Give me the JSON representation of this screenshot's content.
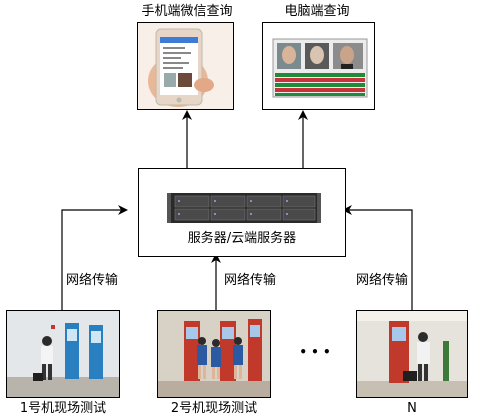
{
  "top": {
    "mobile_title": "手机端微信查询",
    "pc_title": "电脑端查询"
  },
  "server": {
    "label": "服务器/云端服务器"
  },
  "transfer_labels": {
    "left": "网络传输",
    "center": "网络传输",
    "right": "网络传输"
  },
  "sites": [
    {
      "caption": "1号机现场测试"
    },
    {
      "caption": "2号机现场测试"
    },
    {
      "caption": "N"
    }
  ],
  "ellipsis": "• • •",
  "colors": {
    "line": "#000000",
    "phone_body": "#f4d9c4",
    "screen_green": "#1f8a3a",
    "screen_red": "#c8323a",
    "kiosk_blue": "#2a7fc1",
    "wall": "#d9dde2",
    "uniform": "#2b5aa3",
    "kiosk_red": "#c0392b"
  }
}
